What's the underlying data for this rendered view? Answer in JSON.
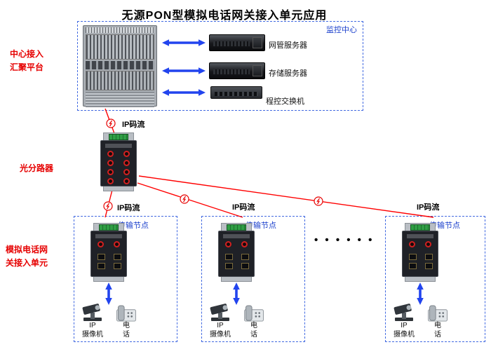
{
  "title": "无源PON型模拟电话网关接入单元应用",
  "colors": {
    "fiber_line_red": "#ff0000",
    "arrow_blue": "#2244ee",
    "dashed_border_blue": "#4169e1",
    "side_label_red": "#e60000",
    "zone_label_blue": "#1a3fcc"
  },
  "monitoring_center": {
    "label": "监控中心",
    "devices": [
      {
        "label": "网管服务器"
      },
      {
        "label": "存储服务器"
      },
      {
        "label": "程控交换机"
      }
    ]
  },
  "side_labels": {
    "platform": "中心接入\n汇聚平台",
    "splitter": "光分路器",
    "gateway": "模拟电话网\n关接入单元"
  },
  "links": {
    "ip_stream": "IP码流"
  },
  "transmission_node": {
    "label": "传输节点",
    "camera": "IP\n摄像机",
    "phone": "电\n话"
  },
  "ellipsis": "• • • • • •"
}
